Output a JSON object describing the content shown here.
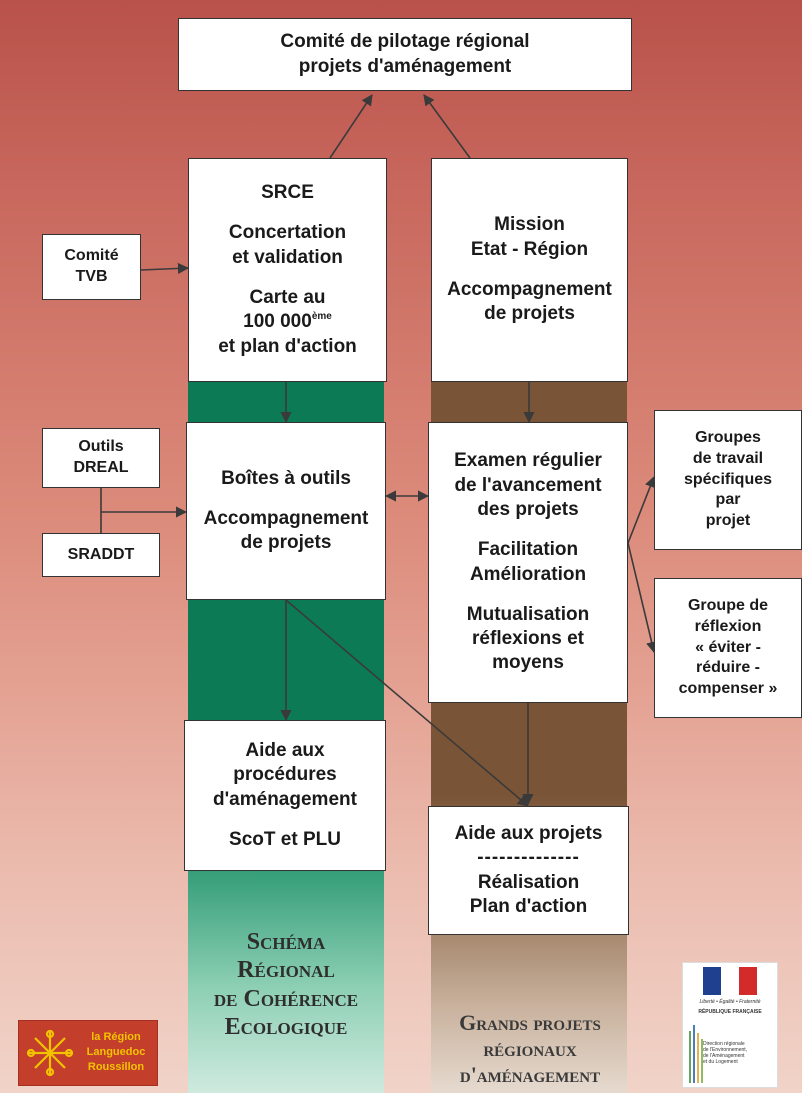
{
  "top": {
    "line1": "Comité de pilotage régional",
    "line2": "projets d'aménagement"
  },
  "comite_tvb": {
    "line1": "Comité",
    "line2": "TVB"
  },
  "outils_dreal": {
    "line1": "Outils",
    "line2": "DREAL"
  },
  "sraddt": "SRADDT",
  "srce": {
    "title": "SRCE",
    "p1": [
      "Concertation",
      "et validation"
    ],
    "p2": [
      "Carte au"
    ],
    "scale_number": "100 000",
    "scale_sup": "ème",
    "p3": "et plan d'action"
  },
  "mission": {
    "p1": [
      "Mission",
      "Etat - Région"
    ],
    "p2": [
      "Accompagnement",
      "de projets"
    ]
  },
  "boites": {
    "p1": "Boîtes à outils",
    "p2": [
      "Accompagnement",
      "de projets"
    ]
  },
  "examen": {
    "p1": [
      "Examen régulier",
      "de l'avancement",
      "des projets"
    ],
    "p2": [
      "Facilitation",
      "Amélioration"
    ],
    "p3": [
      "Mutualisation",
      "réflexions et",
      "moyens"
    ]
  },
  "groupes_travail": [
    "Groupes",
    "de travail",
    "spécifiques",
    "par",
    "projet"
  ],
  "groupe_reflexion": [
    "Groupe de",
    "réflexion",
    "« éviter -",
    "réduire -",
    "compenser »"
  ],
  "aide_procedures": {
    "p1": [
      "Aide aux",
      "procédures",
      "d'aménagement"
    ],
    "p2": "ScoT et PLU"
  },
  "aide_projets": {
    "line1": "Aide aux projets",
    "dashes": "--------------",
    "p2": [
      "Réalisation",
      "Plan d'action"
    ]
  },
  "bottom_labels": {
    "srce": [
      "Schéma",
      "Régional",
      "de Cohérence",
      "Ecologique"
    ],
    "grands": [
      "Grands projets",
      "régionaux",
      "d'aménagement"
    ]
  },
  "logos": {
    "region": [
      "la Région",
      "Languedoc",
      "Roussillon"
    ],
    "republic": {
      "motto": "Liberté • Égalité • Fraternité",
      "name": "RÉPUBLIQUE FRANÇAISE",
      "dreal": [
        "Direction régionale",
        "de l'Environnement,",
        "de l'Aménagement",
        "et du Logement"
      ]
    }
  },
  "colors": {
    "srce_band": "#0b7a55",
    "projets_band": "#7a5436",
    "arrow": "#3a3a3a"
  }
}
